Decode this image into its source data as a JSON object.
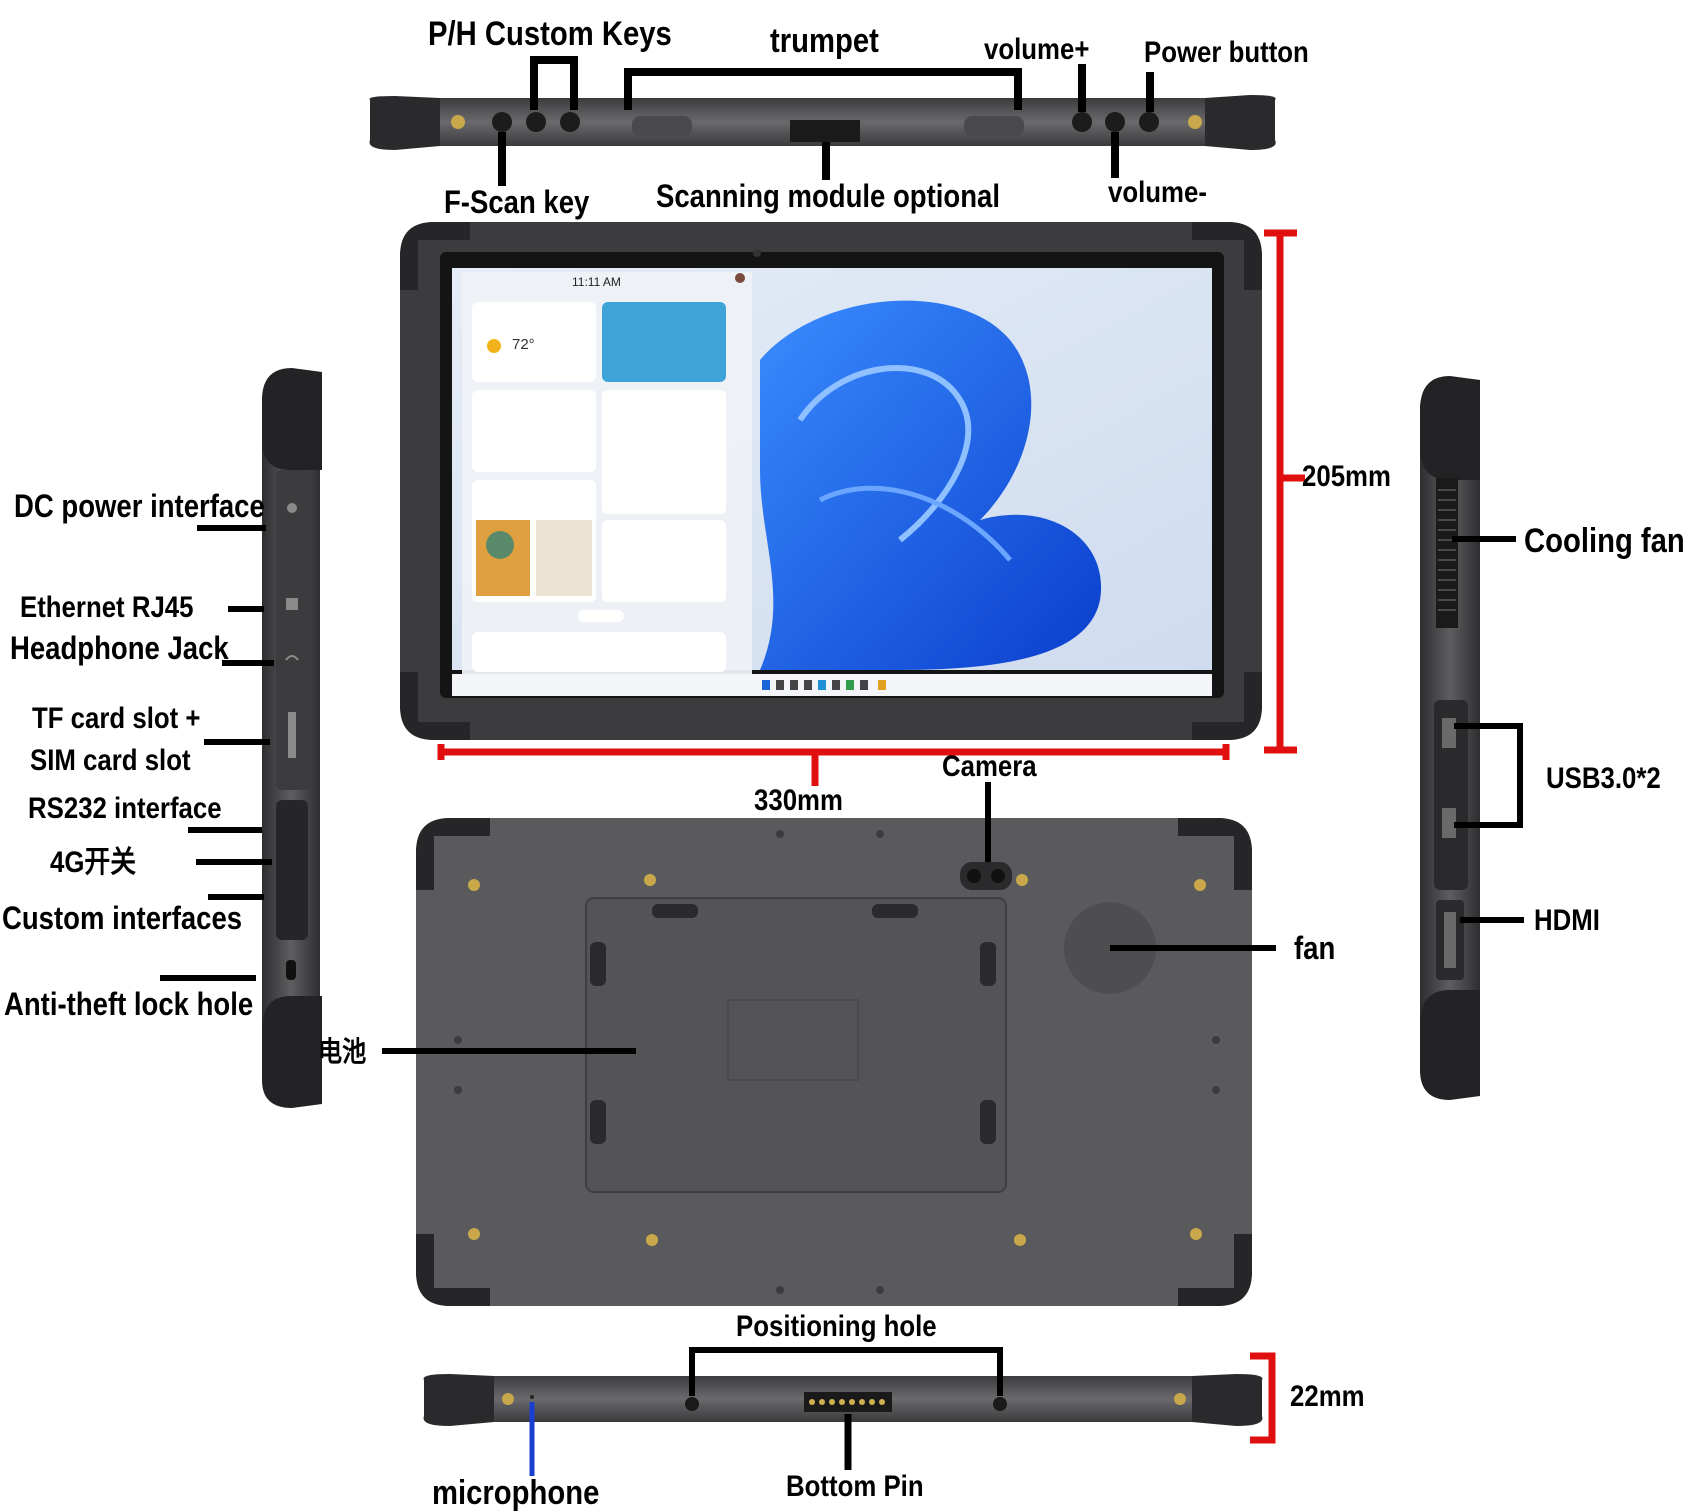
{
  "colors": {
    "body": "#5a5a5c",
    "bumper": "#2f2f31",
    "bezel": "#141414",
    "dimension": "#e01010",
    "microphone_line": "#1a3fd0",
    "wallpaper": "#dbe6f4"
  },
  "top_view": {
    "ph_custom_keys": "P/H Custom Keys",
    "trumpet": "trumpet",
    "volume_plus": "volume+",
    "power_button": "Power button",
    "f_scan_key": "F-Scan key",
    "scanning_module": "Scanning module optional",
    "volume_minus": "volume-"
  },
  "front_view": {
    "screen_clock": "11:11 AM",
    "weather_temp": "72°",
    "height_dimension": "205mm",
    "width_dimension": "330mm"
  },
  "left_side": {
    "dc_power": "DC power interface",
    "ethernet": "Ethernet RJ45",
    "headphone": "Headphone Jack",
    "tf_card": "TF card slot +",
    "sim_card": "SIM card slot",
    "rs232": "RS232 interface",
    "switch_4g": "4G开关",
    "custom_interfaces": "Custom interfaces",
    "antitheft": "Anti-theft lock hole"
  },
  "right_side": {
    "cooling_fan": "Cooling fan",
    "usb": "USB3.0*2",
    "hdmi": "HDMI"
  },
  "back_view": {
    "camera": "Camera",
    "fan": "fan",
    "battery": "电池"
  },
  "bottom_view": {
    "positioning_hole": "Positioning hole",
    "thickness_dimension": "22mm",
    "microphone": "microphone",
    "bottom_pin": "Bottom Pin"
  }
}
